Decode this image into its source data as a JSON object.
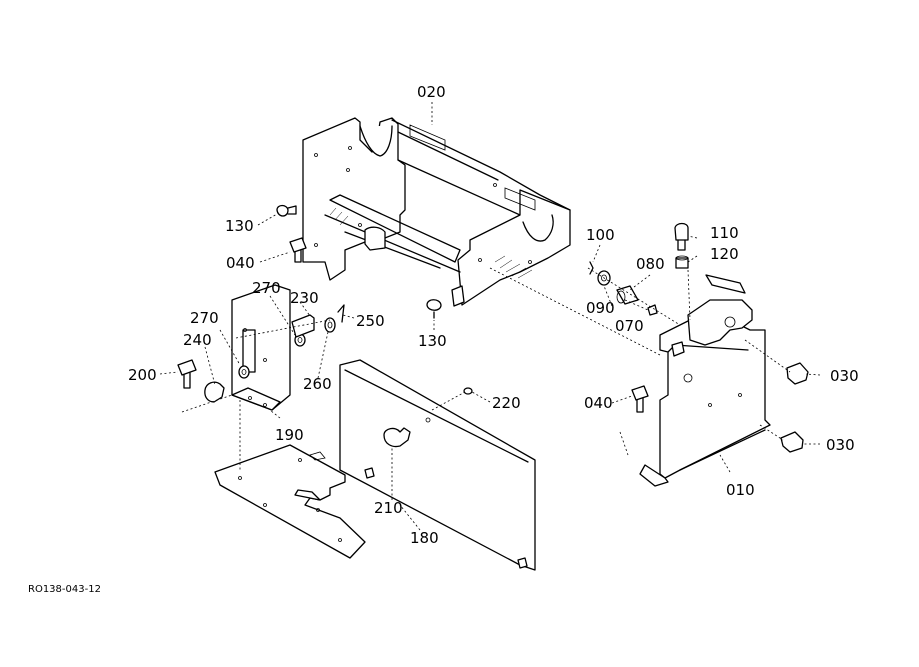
{
  "diagram": {
    "reference_code": "RO138-043-12",
    "part_labels": {
      "p020": "020",
      "p130a": "130",
      "p040a": "040",
      "p130b": "130",
      "p100": "100",
      "p110": "110",
      "p120": "120",
      "p080": "080",
      "p090": "090",
      "p070": "070",
      "p030a": "030",
      "p030b": "030",
      "p040b": "040",
      "p010": "010",
      "p270a": "270",
      "p230": "230",
      "p250": "250",
      "p270b": "270",
      "p240": "240",
      "p200": "200",
      "p260": "260",
      "p190": "190",
      "p220": "220",
      "p210": "210",
      "p180": "180"
    }
  }
}
